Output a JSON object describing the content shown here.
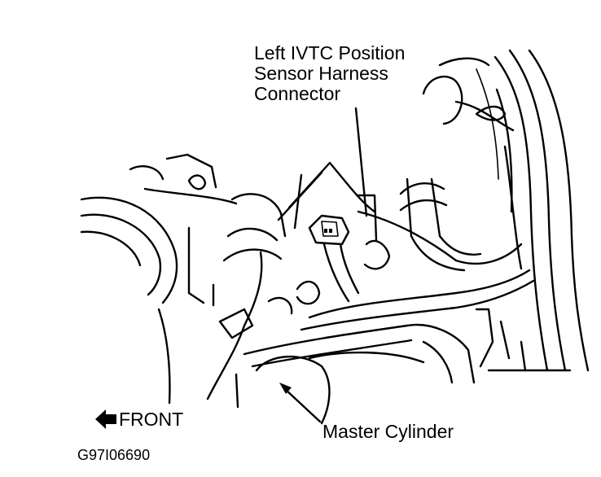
{
  "figure": {
    "callouts": {
      "connector_line1": "Left IVTC Position",
      "connector_line2": "Sensor Harness",
      "connector_line3": "Connector",
      "master_cylinder": "Master Cylinder"
    },
    "front_label": "FRONT",
    "figure_code": "G97I06690",
    "icons": [
      "front-arrow-icon"
    ]
  }
}
